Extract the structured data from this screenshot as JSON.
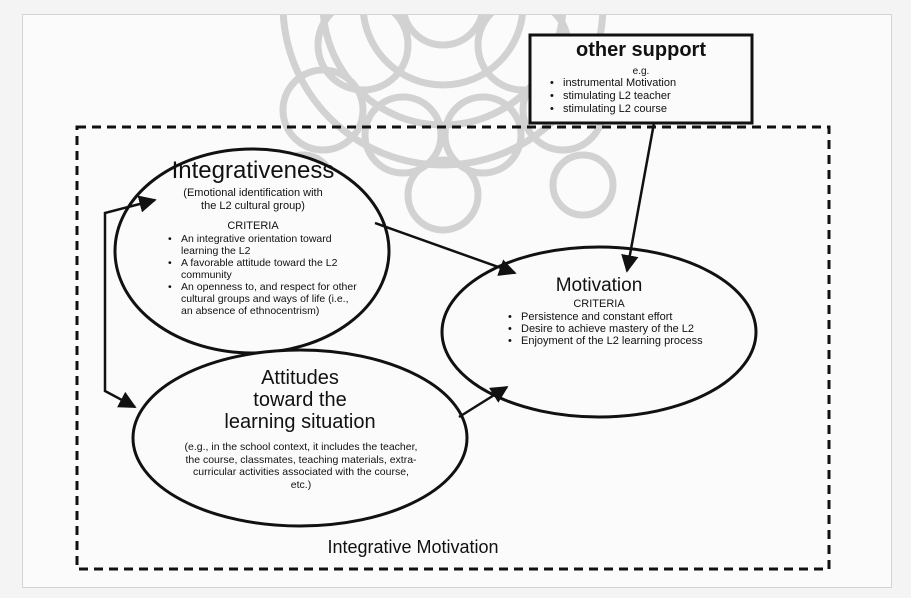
{
  "other_support": {
    "title": "other support",
    "eg": "e.g.",
    "items": [
      "instrumental Motivation",
      "stimulating L2 teacher",
      "stimulating L2 course"
    ]
  },
  "integrativeness": {
    "title": "Integrativeness",
    "subtitle_line1": "(Emotional identification with",
    "subtitle_line2": "the L2 cultural group)",
    "criteria_label": "CRITERIA",
    "items": [
      "An integrative orientation toward learning the L2",
      "A favorable attitude toward the L2 community",
      "An openness to, and respect for other cultural groups and ways of life (i.e., an absence of ethnocentrism)"
    ]
  },
  "motivation": {
    "title": "Motivation",
    "criteria_label": "CRITERIA",
    "items": [
      "Persistence and constant effort",
      "Desire to achieve mastery of the L2",
      "Enjoyment of the L2 learning process"
    ]
  },
  "attitudes": {
    "title_line1": "Attitudes",
    "title_line2": "toward the",
    "title_line3": "learning situation",
    "description": "(e.g., in the school context, it includes the teacher, the course, classmates, teaching materials, extra-curricular activities associated with the course, etc.)"
  },
  "frame": {
    "label": "Integrative Motivation"
  },
  "colors": {
    "ink": "#111111",
    "paper": "#fbfbfb",
    "watermark": "#c8c8c8"
  }
}
